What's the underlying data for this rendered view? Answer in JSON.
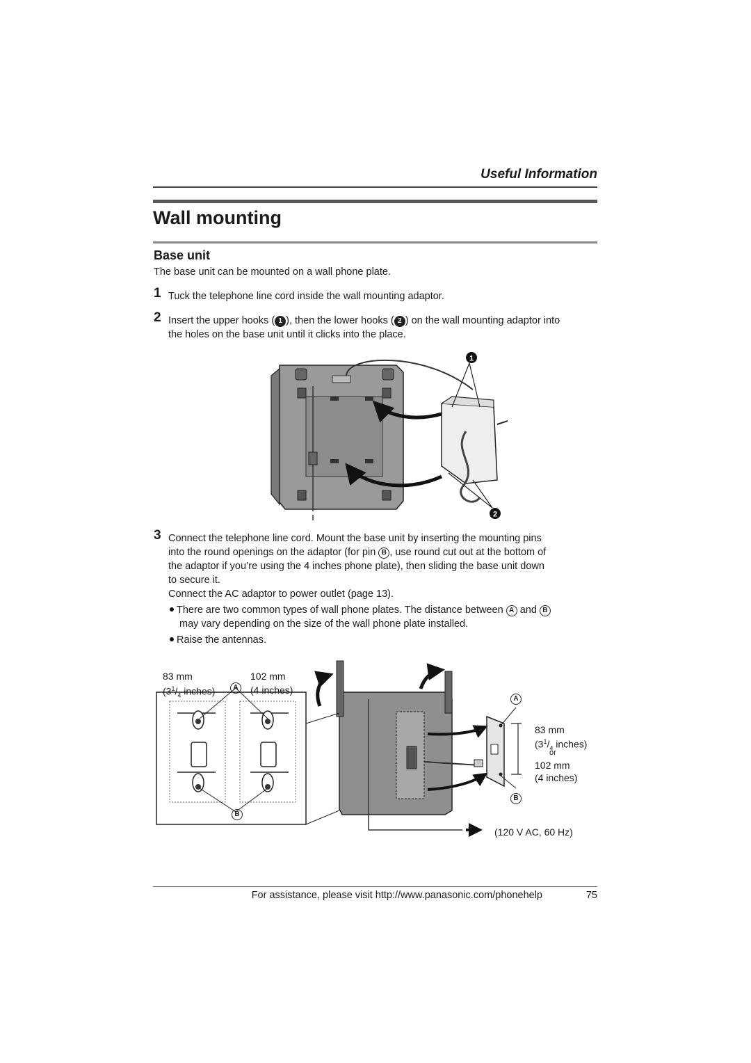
{
  "header": {
    "section": "Useful Information"
  },
  "title": "Wall mounting",
  "subtitle": "Base unit",
  "intro": "The base unit can be mounted on a wall phone plate.",
  "steps": [
    {
      "num": "1",
      "text": "Tuck the telephone line cord inside the wall mounting adaptor."
    },
    {
      "num": "2",
      "text_a": "Insert the upper hooks (",
      "text_b": "), then the lower hooks (",
      "text_c": ") on the wall mounting adaptor into",
      "text_d": "the holes on the base unit until it clicks into the place."
    },
    {
      "num": "3",
      "l1": "Connect the telephone line cord. Mount the base unit by inserting the mounting pins",
      "l2a": "into the round openings on the adaptor (for pin ",
      "l2b": ", use round cut out at the bottom of",
      "l3": "the adaptor if you’re using the 4 inches phone plate), then sliding the base unit down",
      "l4": "to secure it.",
      "l5": "Connect the AC adaptor to power outlet (page 13).",
      "b1a": "There are two common types of wall phone plates. The distance between ",
      "b1b": " and ",
      "b1c": "may vary depending on the size of the wall phone plate installed.",
      "b2": "Raise the antennas."
    }
  ],
  "markers": {
    "one": "1",
    "two": "2",
    "a": "A",
    "b": "B"
  },
  "figure2": {
    "left_dim_mm": "83 mm",
    "left_dim_in_pre": "(3",
    "left_dim_in_sup": "1",
    "left_dim_in_sub": "4",
    "left_dim_in_post": " inches)",
    "right_dim_mm": "102 mm",
    "right_dim_in": "(4 inches)",
    "side_dim_mm": "83 mm",
    "side_dim_in_pre": "(3",
    "side_dim_in_sup": "1",
    "side_dim_in_sub": "4",
    "side_dim_in_post": " inches)",
    "or": "or",
    "side_dim2_mm": "102 mm",
    "side_dim2_in": "(4 inches)",
    "power": "(120 V AC, 60 Hz)"
  },
  "footer": {
    "assist": "For assistance, please visit http://www.panasonic.com/phonehelp",
    "page": "75"
  }
}
